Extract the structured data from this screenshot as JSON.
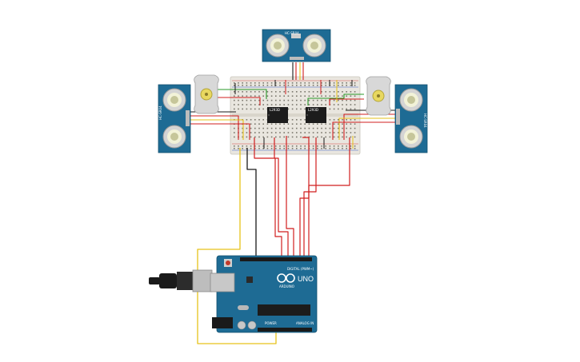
{
  "colors": {
    "pcb": "#1e6b94",
    "pcb_dark": "#12506f",
    "breadboard": "#e9e6df",
    "wire_red": "#d11f1f",
    "wire_black": "#1a1a1a",
    "wire_yellow": "#e6c21a",
    "wire_green": "#2a9a2a",
    "motor": "#d8d8d8",
    "chip": "#1c1c1c"
  },
  "arduino": {
    "brand": "ARDUINO",
    "model": "UNO",
    "digital_header": "DIGITAL (PWM~)",
    "power_header": "POWER",
    "analog_header": "ANALOG IN"
  },
  "sensors": {
    "top_label": "HC-SR04",
    "left_label": "HC-SR04",
    "right_label": "HC-SR04"
  },
  "driver_chips": {
    "left_label": "L293D",
    "right_label": "L293D"
  },
  "icons": [
    "usb-cable-icon",
    "ultrasonic-sensor-icon",
    "dc-motor-icon",
    "ic-chip-icon",
    "breadboard-icon",
    "arduino-board-icon"
  ]
}
